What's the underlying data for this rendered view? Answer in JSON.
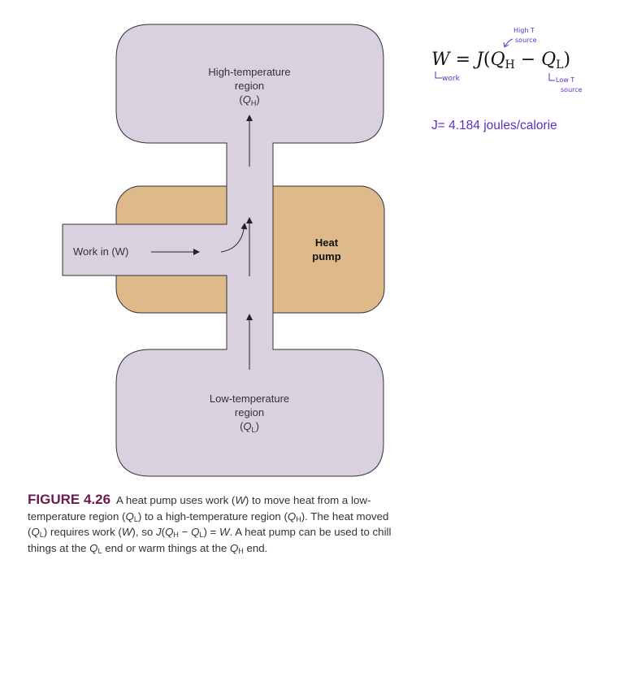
{
  "diagram": {
    "high_region": {
      "line1": "High-temperature",
      "line2": "region",
      "symbol": "Q",
      "sub": "H"
    },
    "low_region": {
      "line1": "Low-temperature",
      "line2": "region",
      "symbol": "Q",
      "sub": "L"
    },
    "work_in": "Work in (W)",
    "heat_pump": {
      "line1": "Heat",
      "line2": "pump"
    },
    "colors": {
      "region": "#d9d1e0",
      "pump": "#deb98a",
      "outline": "#333333",
      "handwriting": "#5a2fc2",
      "caption_label": "#6b1a4f"
    }
  },
  "caption": {
    "label": "FIGURE 4.26",
    "parts": [
      "A heat pump uses work (",
      "W",
      ") to move heat from a low-temperature region (",
      "Q",
      "L",
      ") to a high-temperature region (",
      "Q",
      "H",
      "). The heat moved (",
      "Q",
      "L",
      ") requires work (",
      "W",
      "), so ",
      "J",
      "(",
      "Q",
      "H",
      " − ",
      "Q",
      "L",
      ") = ",
      "W",
      ". A heat pump can be used to chill things at the ",
      "Q",
      "L",
      " end or warm things at the ",
      "Q",
      "H",
      " end."
    ]
  },
  "annotations": {
    "formula": {
      "lhs": "W",
      "eq": " = ",
      "J": "J",
      "open": "(",
      "QH": "Q",
      "H": "H",
      "minus": " − ",
      "QL": "Q",
      "L": "L",
      "close": ")"
    },
    "high_t_line1": "High T",
    "high_t_line2": "source",
    "work_note": "work",
    "low_t_line1": "Low T",
    "low_t_line2": "source",
    "j_constant": "J= 4.184 joules/calorie"
  }
}
